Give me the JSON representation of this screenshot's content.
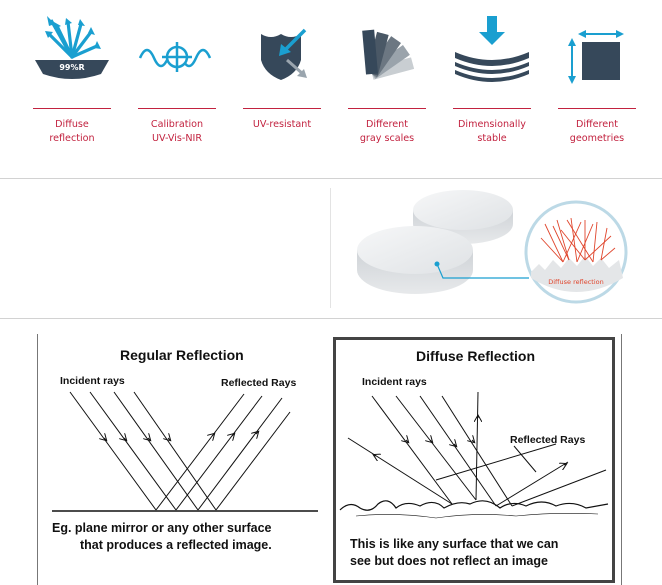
{
  "features": [
    {
      "label": "Diffuse\nreflection",
      "icon": "diffuse-reflection-icon",
      "badge": "99%R"
    },
    {
      "label": "Calibration\nUV-Vis-NIR",
      "icon": "calibration-crosshair-icon"
    },
    {
      "label": "UV-resistant",
      "icon": "shield-icon"
    },
    {
      "label": "Different\ngray scales",
      "icon": "gray-scales-icon"
    },
    {
      "label": "Dimensionally\nstable",
      "icon": "compression-icon"
    },
    {
      "label": "Different\ngeometries",
      "icon": "geometries-icon"
    }
  ],
  "photo": {
    "callout_label": "Diffuse reflection"
  },
  "regular": {
    "title": "Regular Reflection",
    "incident_label": "Incident rays",
    "reflected_label": "Reflected Rays",
    "caption_line1": "Eg. plane mirror or any other surface",
    "caption_line2": "that produces a reflected image."
  },
  "diffuse": {
    "title": "Diffuse Reflection",
    "incident_label": "Incident rays",
    "reflected_label": "Reflected Rays",
    "caption_line1": "This is like any surface that we can",
    "caption_line2": "see but does not reflect an image"
  },
  "colors": {
    "accent": "#c2223f",
    "icon_blue": "#1a9fd0",
    "icon_dark": "#36485a"
  }
}
